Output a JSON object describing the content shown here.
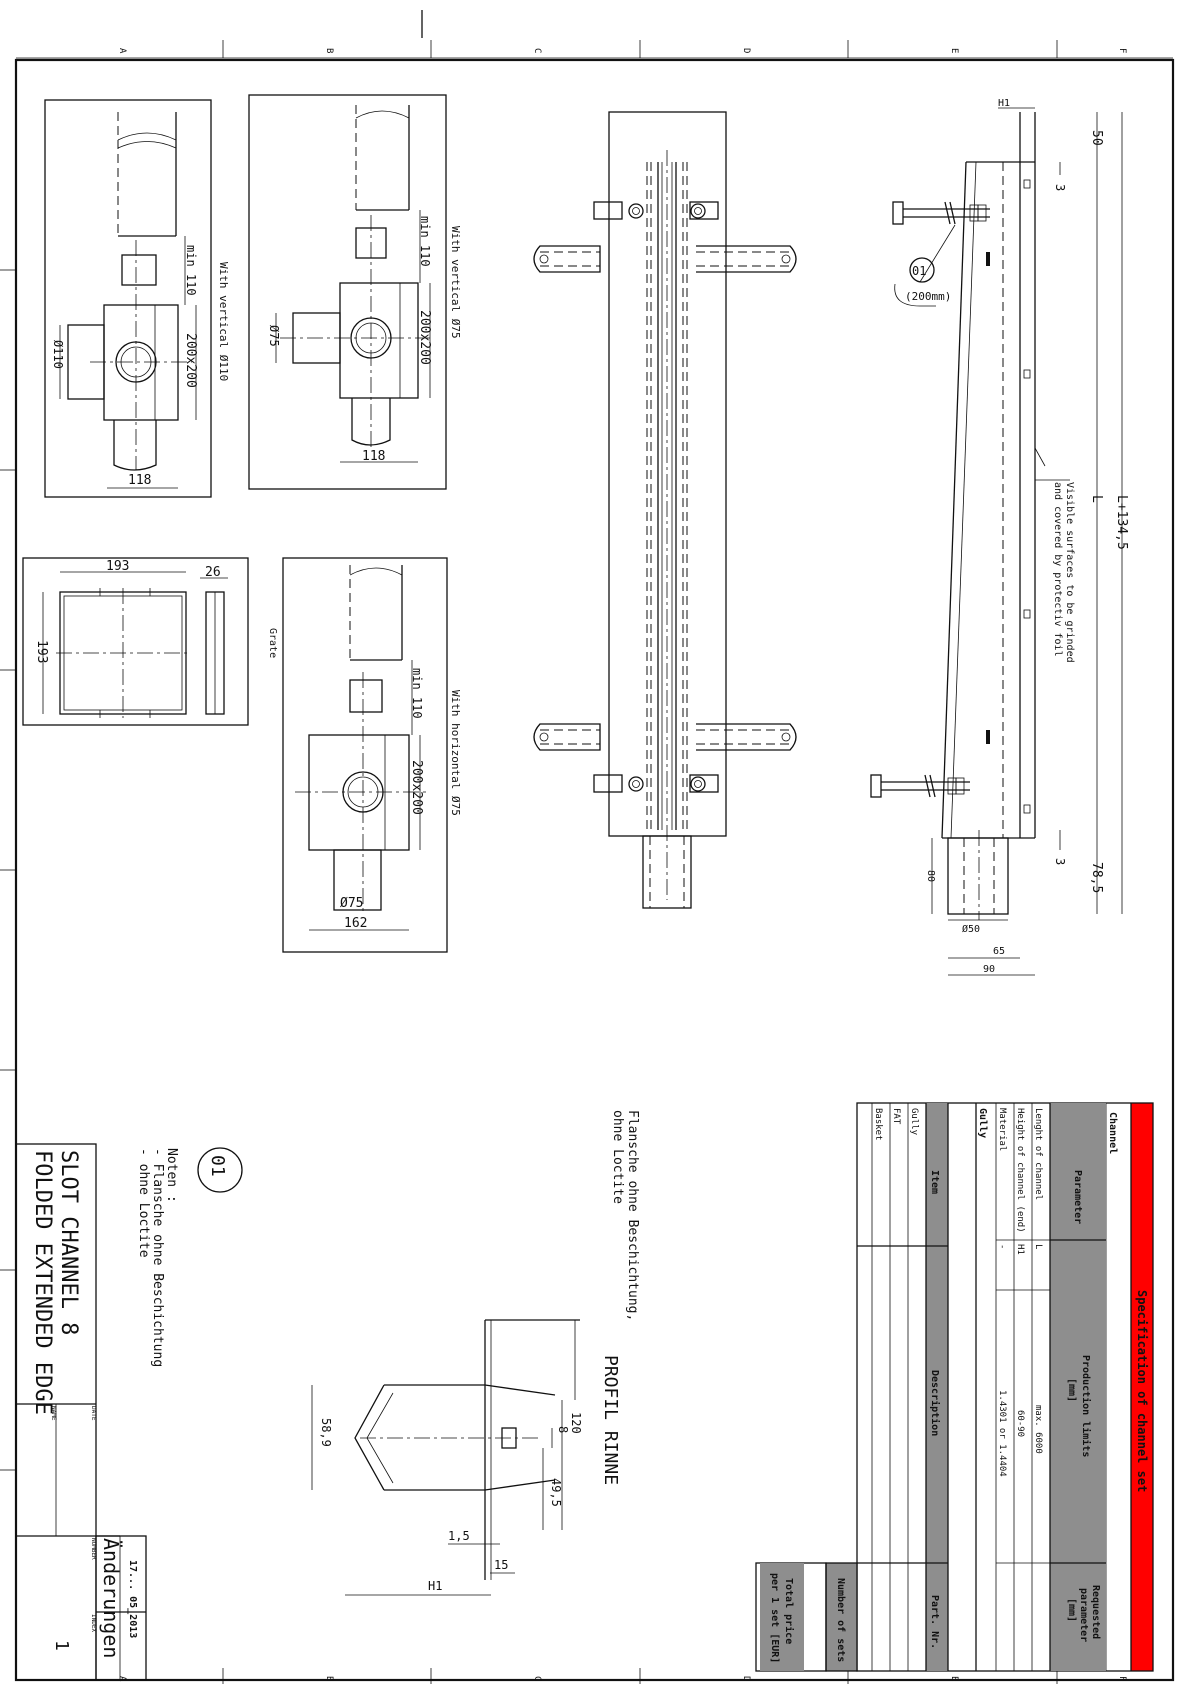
{
  "zones_top": [
    "A",
    "B",
    "C",
    "D",
    "E",
    "F"
  ],
  "zones_bottom": [
    "A",
    "B",
    "C",
    "D",
    "E",
    "F"
  ],
  "details": {
    "vertical_110": {
      "title": "With vertical Ø110",
      "min": "min 110",
      "size": "200x200",
      "dia": "Ø110",
      "width": "118"
    },
    "vertical_75": {
      "title": "With vertical Ø75",
      "min": "min 110",
      "size": "200x200",
      "dia": "Ø75",
      "width": "118"
    },
    "horizontal_75": {
      "title": "With horizontal Ø75",
      "min": "min 110",
      "size": "200x200",
      "dia": "Ø75",
      "width": "162"
    },
    "grate": {
      "label": "Grate",
      "w": "193",
      "h": "193",
      "side": "26"
    }
  },
  "side_view": {
    "h1": "H1",
    "d50": "50",
    "d3a": "3",
    "d3b": "3",
    "L": "L",
    "total": "L+134,5",
    "d78": "78,5",
    "d80": "80",
    "dia50": "Ø50",
    "d65": "65",
    "d90": "90",
    "note_line1": "Visible surfaces to be grinded",
    "note_line2": "and covered by protectiv foil",
    "balloon": "01",
    "balloon_sub": "(200mm)"
  },
  "profile": {
    "flange_note_1": "Flansche ohne Beschichtung,",
    "flange_note_2": "ohne Loctite",
    "title": "PROFIL RINNE",
    "d120": "120",
    "d8": "8",
    "d49": "49,5",
    "d58": "58,9",
    "d15a": "1,5",
    "d15b": "15",
    "h1": "H1"
  },
  "notes": {
    "balloon": "01",
    "heading": "Noten :",
    "line1": "- Flansche ohne Beschichtung",
    "line2": "- ohne Loctite"
  },
  "title_block": {
    "line1": "SLOT CHANNEL 8",
    "line2": "FOLDED EXTENDED EDGE",
    "date_label": "DATE",
    "name_label": "NAME",
    "number_label": "NUMBER",
    "index_label": "INDEX",
    "date_value": "17... 05_2013",
    "changes": "Änderungen",
    "index_value": "1"
  },
  "spec": {
    "title": "Specification of channel set",
    "channel_label": "Channel",
    "col_parameter": "Parameter",
    "col_production_1": "Production limits",
    "col_production_2": "[mm]",
    "col_requested_1": "Requested",
    "col_requested_2": "parameter",
    "col_requested_3": "[mm]",
    "rows": [
      {
        "param": "Lenght of channel",
        "sym": "L",
        "limit": "max. 6000"
      },
      {
        "param": "Height of channel (end)",
        "sym": "H1",
        "limit": "60-90"
      },
      {
        "param": "Material",
        "sym": "-",
        "limit": "1.4301 or 1.4404"
      }
    ],
    "gully_label": "Gully",
    "col_item": "Item",
    "col_description": "Description",
    "col_part": "Part. Nr.",
    "items": [
      "Gully",
      "FAT",
      "Basket"
    ],
    "number_of_sets": "Number of sets",
    "total_price_1": "Total price",
    "total_price_2": "per 1 set   [EUR]"
  },
  "colors": {
    "accent_red": "#ff0000",
    "header_gray": "#8e8e8e",
    "line": "#111111"
  }
}
